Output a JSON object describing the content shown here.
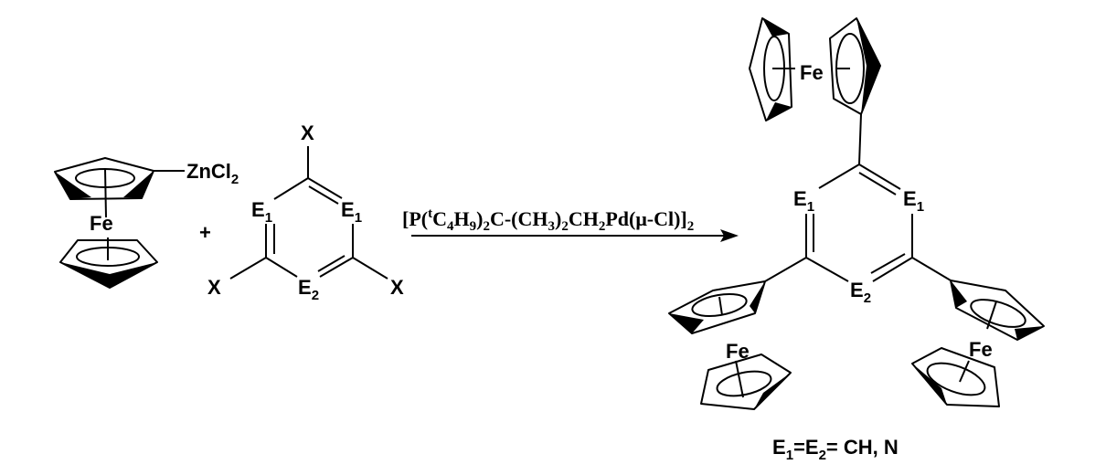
{
  "reactant_1": {
    "metal": "Fe",
    "substituent": "ZnCl",
    "substituent_sub": "2"
  },
  "plus": "+",
  "reactant_2": {
    "x_label": "X",
    "e1": "E",
    "e1_sub": "1",
    "e2": "E",
    "e2_sub": "2"
  },
  "reagent": {
    "parts": [
      "[P(",
      "t",
      "C",
      "4",
      "H",
      "9",
      ")",
      "2",
      "C-(CH",
      "3",
      ")",
      "2",
      "CH",
      "2",
      "Pd(μ-Cl)]",
      "2"
    ]
  },
  "product": {
    "metal": "Fe",
    "e1": "E",
    "e1_sub": "1",
    "e2": "E",
    "e2_sub": "2"
  },
  "caption": {
    "e1": "E",
    "e1_sub": "1",
    "eq1": "=E",
    "e2_sub": "2",
    "rest": "= CH, N"
  }
}
